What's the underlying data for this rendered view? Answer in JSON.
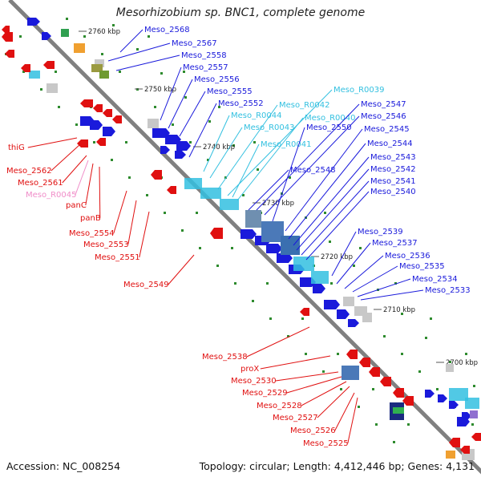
{
  "title": "Mesorhizobium sp. BNC1, complete genome",
  "footer": {
    "accession": "Accession: NC_008254",
    "topology": "Topology: circular; Length: 4,412,446 bp; Genes: 4,131"
  },
  "colors": {
    "backbone": "#808080",
    "forward_gene": "#1a1adb",
    "reverse_gene": "#e01010",
    "rna_label": "#33c0e0",
    "pseudo_label": "#f08cc8",
    "tick": "#2e8b2e"
  },
  "ruler": [
    "2760 kbp",
    "2750 kbp",
    "2740 kbp",
    "2730 kbp",
    "2720 kbp",
    "2710 kbp",
    "2700 kbp"
  ],
  "right_labels": [
    {
      "text": "Meso_2568",
      "kind": "gene"
    },
    {
      "text": "Meso_2567",
      "kind": "gene"
    },
    {
      "text": "Meso_2558",
      "kind": "gene"
    },
    {
      "text": "Meso_2557",
      "kind": "gene"
    },
    {
      "text": "Meso_2556",
      "kind": "gene"
    },
    {
      "text": "Meso_2555",
      "kind": "gene"
    },
    {
      "text": "Meso_2552",
      "kind": "gene"
    },
    {
      "text": "Meso_R0044",
      "kind": "rna"
    },
    {
      "text": "Meso_R0043",
      "kind": "rna"
    },
    {
      "text": "Meso_R0042",
      "kind": "rna"
    },
    {
      "text": "Meso_R0039",
      "kind": "rna"
    },
    {
      "text": "Meso_R0040",
      "kind": "rna"
    },
    {
      "text": "Meso_R0041",
      "kind": "rna"
    },
    {
      "text": "Meso_2547",
      "kind": "gene"
    },
    {
      "text": "Meso_2546",
      "kind": "gene"
    },
    {
      "text": "Meso_2550",
      "kind": "gene"
    },
    {
      "text": "Meso_2545",
      "kind": "gene"
    },
    {
      "text": "Meso_2548",
      "kind": "gene"
    },
    {
      "text": "Meso_2544",
      "kind": "gene"
    },
    {
      "text": "Meso_2543",
      "kind": "gene"
    },
    {
      "text": "Meso_2542",
      "kind": "gene"
    },
    {
      "text": "Meso_2541",
      "kind": "gene"
    },
    {
      "text": "Meso_2540",
      "kind": "gene"
    },
    {
      "text": "Meso_2539",
      "kind": "gene"
    },
    {
      "text": "Meso_2537",
      "kind": "gene"
    },
    {
      "text": "Meso_2536",
      "kind": "gene"
    },
    {
      "text": "Meso_2535",
      "kind": "gene"
    },
    {
      "text": "Meso_2534",
      "kind": "gene"
    },
    {
      "text": "Meso_2533",
      "kind": "gene"
    }
  ],
  "left_labels": [
    {
      "text": "thiG",
      "kind": "gene"
    },
    {
      "text": "Meso_2562",
      "kind": "gene"
    },
    {
      "text": "Meso_2561",
      "kind": "gene"
    },
    {
      "text": "Meso_R0045",
      "kind": "pseudo"
    },
    {
      "text": "panC",
      "kind": "gene"
    },
    {
      "text": "panB",
      "kind": "gene"
    },
    {
      "text": "Meso_2554",
      "kind": "gene"
    },
    {
      "text": "Meso_2553",
      "kind": "gene"
    },
    {
      "text": "Meso_2551",
      "kind": "gene"
    },
    {
      "text": "Meso_2549",
      "kind": "gene"
    },
    {
      "text": "Meso_2538",
      "kind": "gene"
    },
    {
      "text": "proX",
      "kind": "gene"
    },
    {
      "text": "Meso_2530",
      "kind": "gene"
    },
    {
      "text": "Meso_2529",
      "kind": "gene"
    },
    {
      "text": "Meso_2528",
      "kind": "gene"
    },
    {
      "text": "Meso_2527",
      "kind": "gene"
    },
    {
      "text": "Meso_2526",
      "kind": "gene"
    },
    {
      "text": "Meso_2525",
      "kind": "gene"
    }
  ]
}
